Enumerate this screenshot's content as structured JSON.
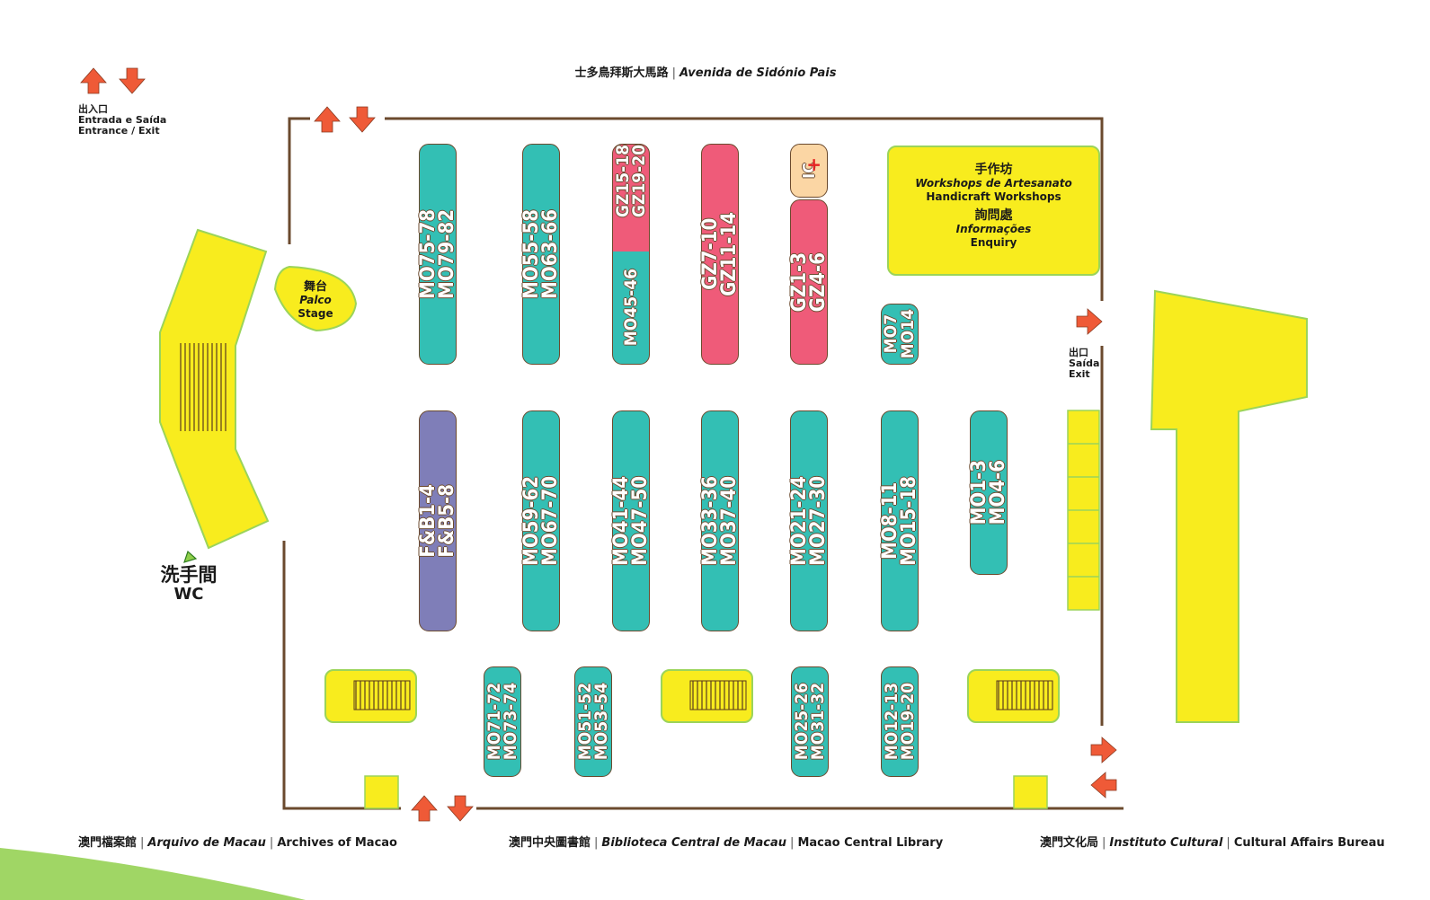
{
  "street": {
    "zh": "士多鳥拜斯大馬路",
    "pt": "Avenida de Sidónio Pais"
  },
  "entrance": {
    "zh": "出入口",
    "pt": "Entrada e Saída",
    "en": "Entrance / Exit"
  },
  "exit": {
    "zh": "出口",
    "pt": "Saída",
    "en": "Exit"
  },
  "stage": {
    "zh": "舞台",
    "pt": "Palco",
    "en": "Stage"
  },
  "wc": {
    "zh": "洗手間",
    "en": "WC"
  },
  "workshop": {
    "zh": "手作坊",
    "pt": "Workshops de Artesanato",
    "en": "Handicraft Workshops",
    "info_zh": "詢問處",
    "info_pt": "Informações",
    "info_en": "Enquiry"
  },
  "booths": {
    "b1": "MO75-78\nMO79-82",
    "b2": "MO55-58\nMO63-66",
    "b3": "GZ15-18\nGZ19-20",
    "b3b": "MO45-46",
    "b4": "GZ7-10\nGZ11-14",
    "ic": "IC",
    "b5": "GZ1-3\nGZ4-6",
    "b6": "MO7\nMO14",
    "b7": "F&B1-4\nF&B5-8",
    "b8": "MO59-62\nMO67-70",
    "b9": "MO41-44\nMO47-50",
    "b10": "MO33-36\nMO37-40",
    "b11": "MO21-24\nMO27-30",
    "b12": "MO8-11\nMO15-18",
    "b13": "MO1-3\nMO4-6",
    "b14": "MO71-72\nMO73-74",
    "b15": "MO51-52\nMO53-54",
    "b16": "MO25-26\nMO31-32",
    "b17": "MO12-13\nMO19-20"
  },
  "footer": {
    "left": {
      "zh": "澳門檔案館",
      "pt": "Arquivo de Macau",
      "en": "Archives of Macao"
    },
    "center": {
      "zh": "澳門中央圖書館",
      "pt": "Biblioteca Central de Macau",
      "en": "Macao Central Library"
    },
    "right": {
      "zh": "澳門文化局",
      "pt": "Instituto Cultural",
      "en": "Cultural Affairs Bureau"
    }
  },
  "colors": {
    "teal": "#33bfb4",
    "pink": "#ef5b79",
    "violet": "#7f7eb8",
    "peach": "#fbd6a4",
    "yellow": "#f8ec1e",
    "green_edge": "#9bd45a",
    "wall": "#6b4a2e",
    "arrow": "#ef5a37",
    "first_aid": "#e52222"
  },
  "icons": [
    "entrance-arrows-icon",
    "exit-arrow-icon",
    "first-aid-cross-icon",
    "escalator-icon",
    "wc-pointer-icon"
  ]
}
